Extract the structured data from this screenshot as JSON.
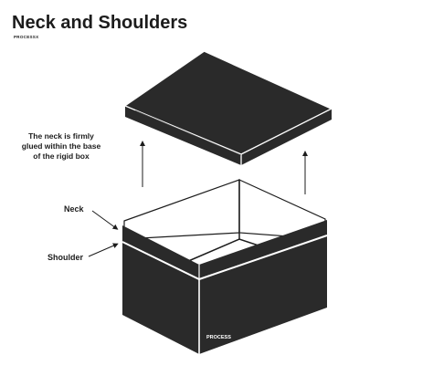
{
  "title": "Neck and Shoulders",
  "brand": "PROCESS",
  "brand_suffix": "X",
  "annotation_lines": [
    "The neck is firmly",
    "glued within the base",
    "of the rigid box"
  ],
  "labels": {
    "neck": "Neck",
    "shoulder": "Shoulder"
  },
  "box_brand": "PROCESS",
  "colors": {
    "box": "#2a2a2a",
    "edge": "#ffffff",
    "text": "#1c1c1c"
  }
}
